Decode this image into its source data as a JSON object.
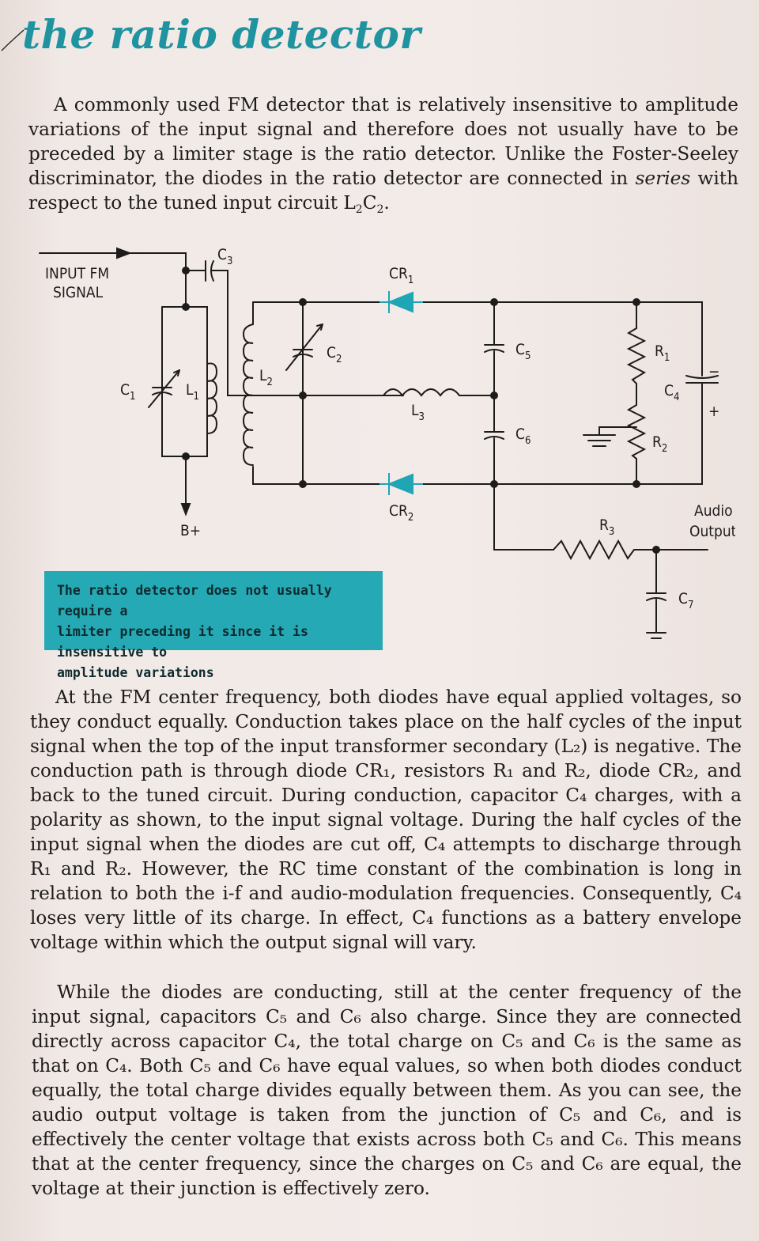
{
  "title": "the ratio detector",
  "paragraph1": {
    "a": "A commonly used FM detector that is relatively insensitive to amplitude variations of the input signal and therefore does not usually have to be preceded by a limiter stage is the ratio detector. Unlike the Foster-Seeley discriminator, the diodes in the ratio detector are connected in ",
    "series": "series",
    "b": " with respect to the tuned input circuit L",
    "sub1": "2",
    "c": "C",
    "sub2": "2",
    "d": "."
  },
  "diagram": {
    "input_label_1": "INPUT FM",
    "input_label_2": "SIGNAL",
    "bplus": "B+",
    "audio_output_1": "Audio",
    "audio_output_2": "Output",
    "components": {
      "c1": "C",
      "c1_sub": "1",
      "l1": "L",
      "l1_sub": "1",
      "c3": "C",
      "c3_sub": "3",
      "l2": "L",
      "l2_sub": "2",
      "c2": "C",
      "c2_sub": "2",
      "cr1": "CR",
      "cr1_sub": "1",
      "cr2": "CR",
      "cr2_sub": "2",
      "l3": "L",
      "l3_sub": "3",
      "c5": "C",
      "c5_sub": "5",
      "c6": "C",
      "c6_sub": "6",
      "r1": "R",
      "r1_sub": "1",
      "r2": "R",
      "r2_sub": "2",
      "c4": "C",
      "c4_sub": "4",
      "r3": "R",
      "r3_sub": "3",
      "c7": "C",
      "c7_sub": "7",
      "c4_minus": "−",
      "c4_plus": "+"
    }
  },
  "caption": {
    "line1": "The ratio detector does not usually require a",
    "line2": "limiter preceding it since it is insensitive to",
    "line3": "amplitude variations"
  },
  "paragraph2": "At the FM center frequency, both diodes have equal applied voltages, so they conduct equally. Conduction takes place on the half cycles of the input signal when the top of the input transformer secondary (L₂) is negative. The conduction path is through diode CR₁, resistors R₁ and R₂, diode CR₂, and back to the tuned circuit. During conduction, capacitor C₄ charges, with a polarity as shown, to the input signal voltage. During the half cycles of the input signal when the diodes are cut off, C₄ attempts to discharge through R₁ and R₂. However, the RC time constant of the combination is long in relation to both the i-f and audio-modulation frequencies. Consequently, C₄ loses very little of its charge. In effect, C₄ functions as a battery envelope voltage within which the output signal will vary.",
  "paragraph3": "While the diodes are conducting, still at the center frequency of the input signal, capacitors C₅ and C₆ also charge. Since they are connected directly across capacitor C₄, the total charge on C₅ and C₆ is the same as that on C₄. Both C₅ and C₆ have equal values, so when both diodes conduct equally, the total charge divides equally between them. As you can see, the audio output voltage is taken from the junction of C₅ and C₆, and is effectively the center voltage that exists across both C₅ and C₆. This means that at the center frequency, since the charges on C₅ and C₆ are equal, the voltage at their junction is effectively zero."
}
